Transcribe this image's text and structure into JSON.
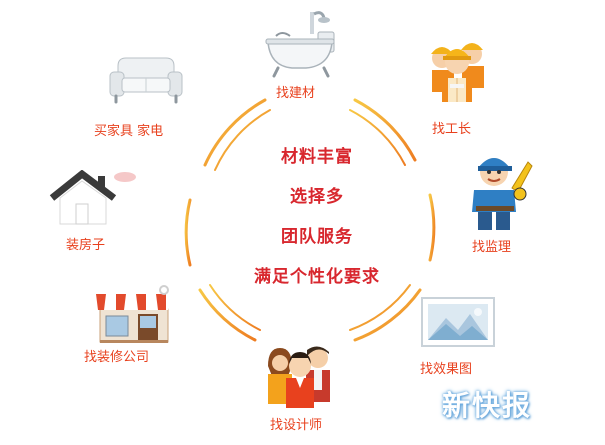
{
  "center": {
    "line1": "材料丰富",
    "line2": "选择多",
    "line3": "团队服务",
    "line4": "满足个性化要求"
  },
  "items": {
    "building_materials": "找建材",
    "foreman": "找工长",
    "supervisor": "找监理",
    "rendering": "找效果图",
    "designer": "找设计师",
    "decoration_company": "找装修公司",
    "house": "装房子",
    "furniture": "买家具 家电"
  },
  "watermark": "新快报",
  "colors": {
    "accent_red": "#d8272e",
    "label_orange": "#e8411e",
    "ring_gold": "#f2b134",
    "ring_orange": "#ee7d22"
  }
}
